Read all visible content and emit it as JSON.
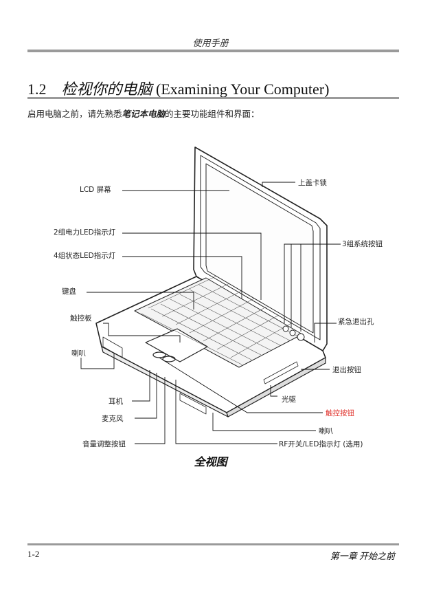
{
  "header": {
    "title": "使用手册"
  },
  "section": {
    "number": "1.2",
    "title_cn": "检视你的电脑",
    "title_en": "(Examining Your Computer)"
  },
  "intro": {
    "before": "启用电脑之前，请先熟悉",
    "emphasis": "笔记本电脑",
    "after": "的主要功能组件和界面："
  },
  "labels": {
    "lcd": "LCD 屏幕",
    "cover_lock": "上盖卡锁",
    "power_led": "2组电力LED指示灯",
    "system_buttons": "3组系统按钮",
    "status_led": "4组状态LED指示灯",
    "keyboard": "键盘",
    "touchpad": "触控板",
    "emergency_eject": "紧急退出孔",
    "speaker_left": "喇叭",
    "eject_button": "退出按钮",
    "optical_drive": "光驱",
    "headphone": "耳机",
    "touch_buttons": "触控按钮",
    "microphone": "麦克风",
    "speaker_right": "喇叭",
    "volume_buttons": "音量调整按钮",
    "rf_switch": "RF开关/LED指示灯 (选用)"
  },
  "figure": {
    "caption": "全视图"
  },
  "footer": {
    "page": "1-2",
    "chapter": "第一章 开始之前"
  },
  "colors": {
    "rule": "#9a9a9a",
    "highlight_label": "#e0302a"
  }
}
